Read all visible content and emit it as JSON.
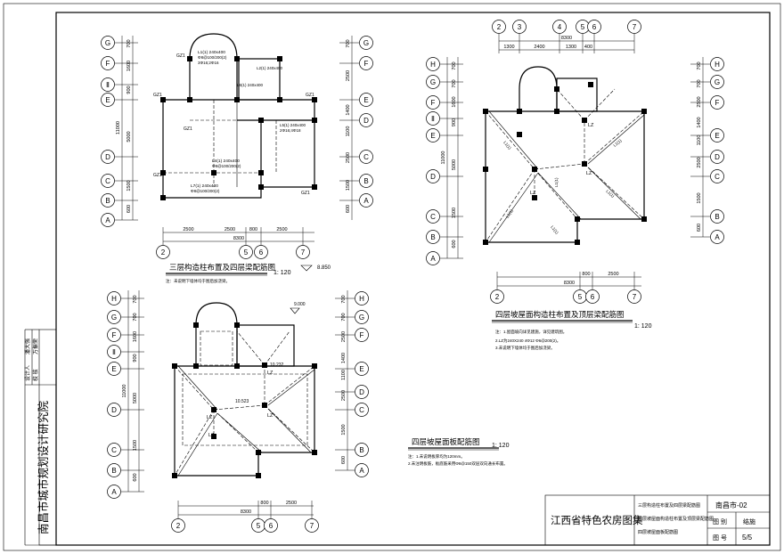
{
  "sheet": {
    "institute": "南昌市城市规划设计研究院",
    "signatures": [
      {
        "role": "设计人",
        "name": "潘大强"
      },
      {
        "role": "校 核",
        "name": "万振荣"
      }
    ],
    "album_title": "江西省特色农房图集",
    "drawing_names": [
      "三层构造柱布置及四层梁配筋图",
      "四层坡屋面构造柱布置及顶层梁配筋图",
      "四层坡屋面板配筋图"
    ],
    "project_code": "南昌市-02",
    "category_label": "图 别",
    "category_value": "结施",
    "number_label": "图 号",
    "number_value": "5/5"
  },
  "plans": {
    "p1": {
      "title": "三层构造柱布置及四层梁配筋图",
      "scale": "1: 120",
      "note": "注：未说明下墙体均于图后加浇梁。",
      "level": "8.850",
      "top_axes": [],
      "bottom_axes": [
        "2",
        "5",
        "6",
        "7"
      ],
      "left_axes": [
        "G",
        "F",
        "Ⅱ",
        "E",
        "D",
        "C",
        "B",
        "A"
      ],
      "right_axes": [
        "G",
        "F",
        "E",
        "D",
        "C",
        "B",
        "A"
      ],
      "bottom_dims": [
        "2500",
        "2500",
        "800",
        "2500"
      ],
      "bottom_total": "8300",
      "left_dims": [
        "700",
        "1600",
        "900",
        "5000",
        "1500",
        "600"
      ],
      "left_total": "11000",
      "right_dims": [
        "700",
        "2500",
        "1400",
        "1100",
        "2500",
        "1500",
        "600"
      ],
      "column_label": "GZ1",
      "beam_labels": [
        "L1(1) 240x400",
        "L2(1) 240x400",
        "L3(1) 240x400",
        "L4(1) 240x400",
        "L5(1) 240x400",
        "L6(1) 240x400",
        "L7(1) 240x400"
      ],
      "rebar_labels": [
        "Φ8@100/200(2)",
        "3Φ16;2Φ16",
        "2Φ16;4Φ18"
      ]
    },
    "p2": {
      "title": "四层坡屋面构造柱布置及顶层梁配筋图",
      "scale": "1: 120",
      "notes": [
        "注：1.屋面坡向详见建施，详见建筑图。",
        "2.LZ为240X240 4Φ12 Φ6@200(2)。",
        "3.未说明下墙体均于图后加浇梁。"
      ],
      "top_axes": [
        "2",
        "3",
        "4",
        "5",
        "6",
        "7"
      ],
      "top_dims": [
        "1300",
        "2400",
        "1300",
        "400"
      ],
      "top_total": "8300",
      "bottom_axes": [
        "2",
        "5",
        "6",
        "7"
      ],
      "bottom_dims": [
        "800",
        "2500"
      ],
      "bottom_total": "8300",
      "left_axes": [
        "H",
        "G",
        "F",
        "Ⅱ",
        "E",
        "D",
        "C",
        "B",
        "A"
      ],
      "right_axes": [
        "H",
        "G",
        "F",
        "E",
        "D",
        "C",
        "B",
        "A"
      ],
      "left_dims": [
        "700",
        "700",
        "1600",
        "900",
        "5000",
        "1500",
        "600"
      ],
      "left_total": "11000",
      "right_dims": [
        "700",
        "700",
        "2500",
        "1400",
        "1100",
        "2500",
        "1500",
        "600"
      ],
      "lz_label": "LZ",
      "beam_label": "L1(1)"
    },
    "p3": {
      "title": "四层坡屋面板配筋图",
      "scale": "1: 120",
      "notes": [
        "注：1.未说明板厚均为120mm。",
        "2.未注明板筋，板底筋采用Φ8@150双层双向通长布置。"
      ],
      "levels": [
        "9.000",
        "10.232",
        "10.523"
      ],
      "top_axes": [],
      "bottom_axes": [
        "2",
        "5",
        "6",
        "7"
      ],
      "bottom_dims": [
        "800",
        "2500"
      ],
      "bottom_total": "8300",
      "left_axes": [
        "H",
        "G",
        "F",
        "Ⅱ",
        "E",
        "D",
        "C",
        "B",
        "A"
      ],
      "right_axes": [
        "H",
        "G",
        "F",
        "E",
        "D",
        "C",
        "B",
        "A"
      ],
      "left_dims": [
        "700",
        "700",
        "1600",
        "900",
        "5000",
        "1500",
        "600"
      ],
      "left_total": "11000",
      "right_dims": [
        "700",
        "700",
        "2500",
        "1400",
        "1100",
        "2500",
        "1500",
        "600"
      ],
      "lz_label": "LZ"
    }
  }
}
